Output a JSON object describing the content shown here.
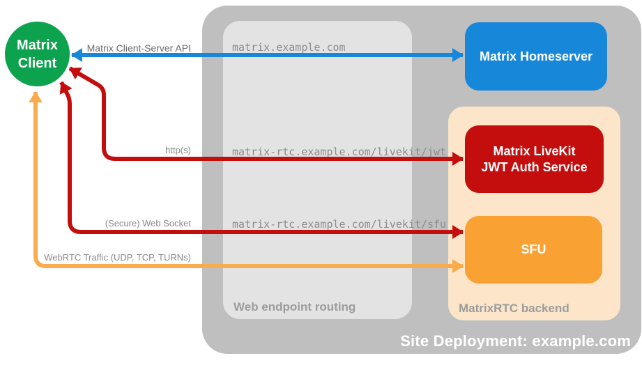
{
  "title": "Site Deployment: example.com",
  "colors": {
    "client_green": "#0DA24D",
    "homeserver_blue": "#1787D9",
    "livekit_red": "#C40E0E",
    "sfu_orange": "#F9A233",
    "webrtc_arrow_orange": "#FAAB4D",
    "container_gray": "#BFBFBF",
    "routing_gray": "#E3E3E3",
    "backend_peach": "#FCE5C9"
  },
  "client": {
    "line1": "Matrix",
    "line2": "Client"
  },
  "homeserver": {
    "label": "Matrix Homeserver"
  },
  "jwt_service": {
    "line1": "Matrix LiveKit",
    "line2": "JWT Auth Service"
  },
  "sfu": {
    "label": "SFU"
  },
  "routing_box": {
    "label": "Web endpoint routing",
    "urls": [
      "matrix.example.com",
      "matrix-rtc.example.com/livekit/jwt",
      "matrix-rtc.example.com/livekit/sfu"
    ]
  },
  "backend_box": {
    "label": "MatrixRTC backend"
  },
  "arrow_labels": {
    "client_server_api": "Matrix Client-Server API",
    "https": "http(s)",
    "websocket": "(Secure) Web Socket",
    "webrtc": "WebRTC Traffic (UDP, TCP, TURNs)"
  }
}
